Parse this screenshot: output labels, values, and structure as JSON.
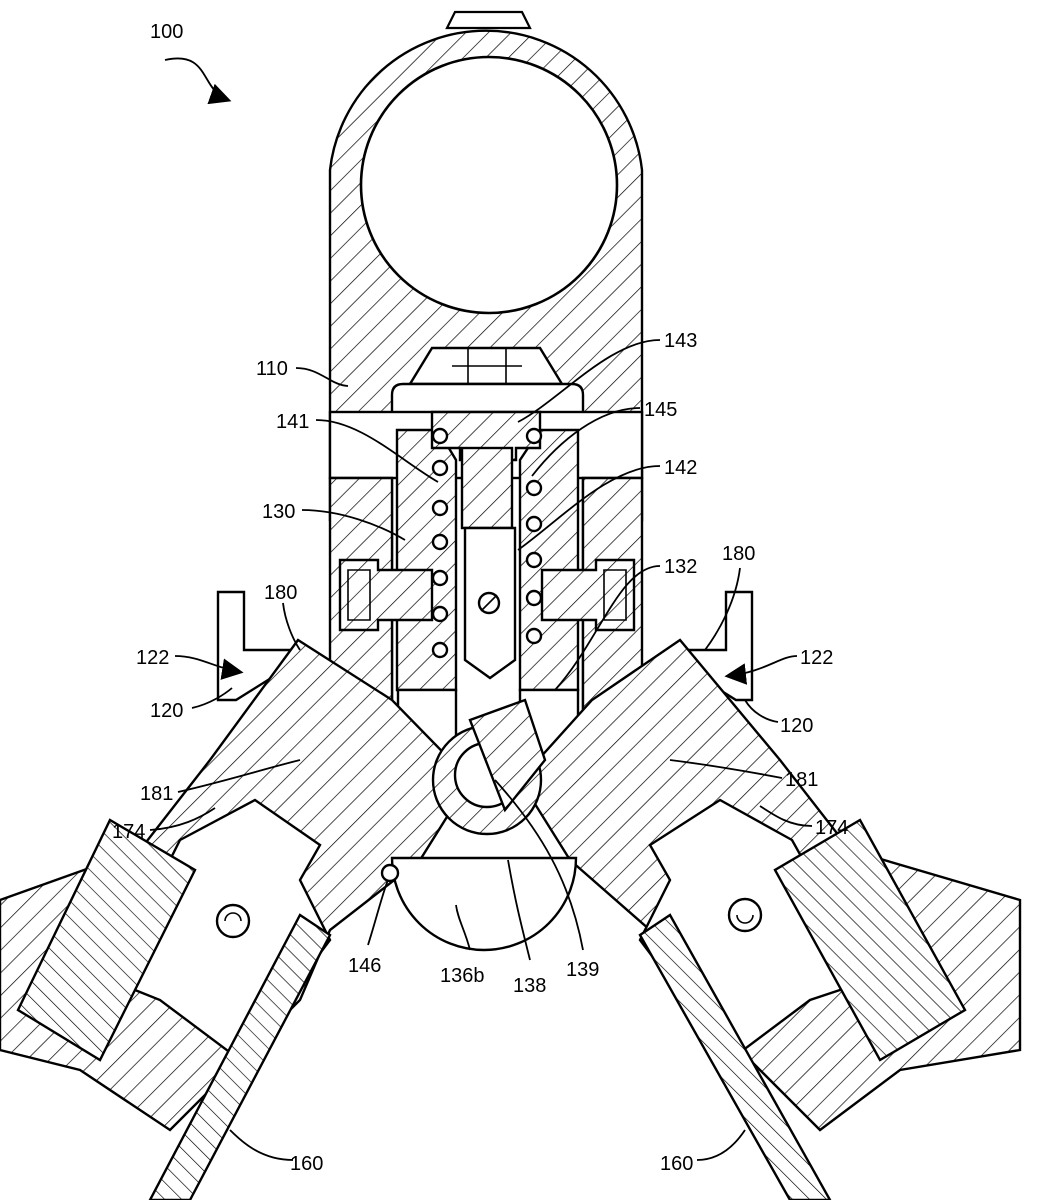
{
  "figure": {
    "reference": "100",
    "labels": {
      "l110": "110",
      "l141": "141",
      "l130": "130",
      "l143": "143",
      "l145": "145",
      "l142": "142",
      "l132": "132",
      "l180_left": "180",
      "l180_right": "180",
      "l122_left": "122",
      "l122_right": "122",
      "l120_left": "120",
      "l120_right": "120",
      "l181_left": "181",
      "l181_right": "181",
      "l174_left": "174",
      "l174_right": "174",
      "l146": "146",
      "l136b": "136b",
      "l138": "138",
      "l139": "139",
      "l160_left": "160",
      "l160_right": "160"
    }
  }
}
